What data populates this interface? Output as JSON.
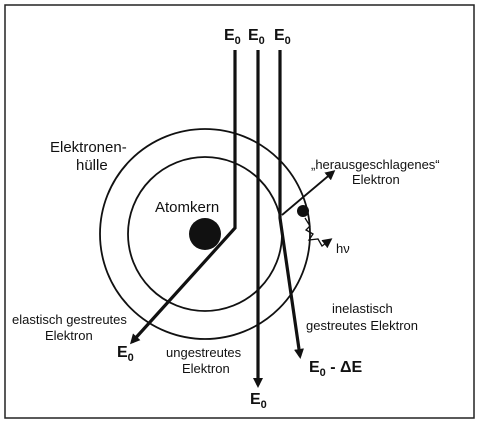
{
  "labels": {
    "shell_line1": "Elektronen-",
    "shell_line2": "hülle",
    "nucleus": "Atomkern",
    "ejected_line1": "„herausgeschlagenes“",
    "ejected_line2": "Elektron",
    "photon": "hν",
    "elastic_line1": "elastisch gestreutes",
    "elastic_line2": "Elektron",
    "unscattered_line1": "ungestreutes",
    "unscattered_line2": "Elektron",
    "inelastic_line1": "inelastisch",
    "inelastic_line2": "gestreutes Elektron"
  },
  "energy": {
    "symbol": "E",
    "subscript": "0",
    "loss_suffix": " - ΔE"
  }
}
